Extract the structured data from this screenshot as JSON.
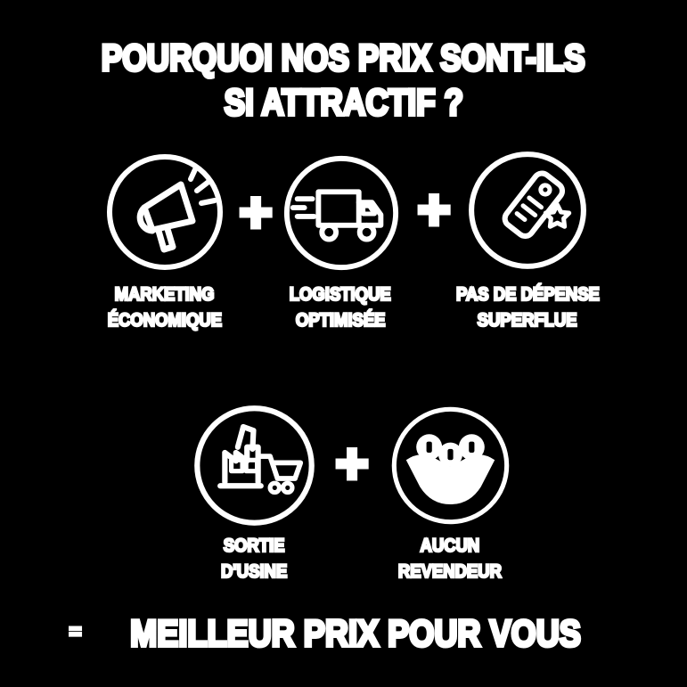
{
  "page": {
    "background_color": "#000000",
    "foreground_color": "#ffffff"
  },
  "title": {
    "line1": "POURQUOI NOS PRIX SONT-ILS",
    "line2": "SI ATTRACTIF ?"
  },
  "plus_sign": "+",
  "rows": [
    {
      "items": [
        {
          "icon": "megaphone-icon",
          "label_line1": "MARKETING",
          "label_line2": "ÉCONOMIQUE"
        },
        {
          "icon": "delivery-truck-icon",
          "label_line1": "LOGISTIQUE",
          "label_line2": "OPTIMISÉE"
        },
        {
          "icon": "price-tag-icon",
          "label_line1": "PAS DE DÉPENSE",
          "label_line2": "SUPERFLUE"
        }
      ]
    },
    {
      "items": [
        {
          "icon": "factory-cart-icon",
          "label_line1": "SORTIE",
          "label_line2": "D'USINE"
        },
        {
          "icon": "hands-money-icon",
          "label_line1": "AUCUN",
          "label_line2": "REVENDEUR"
        }
      ]
    }
  ],
  "footer": {
    "equals": "=",
    "text": "MEILLEUR PRIX POUR VOUS"
  }
}
